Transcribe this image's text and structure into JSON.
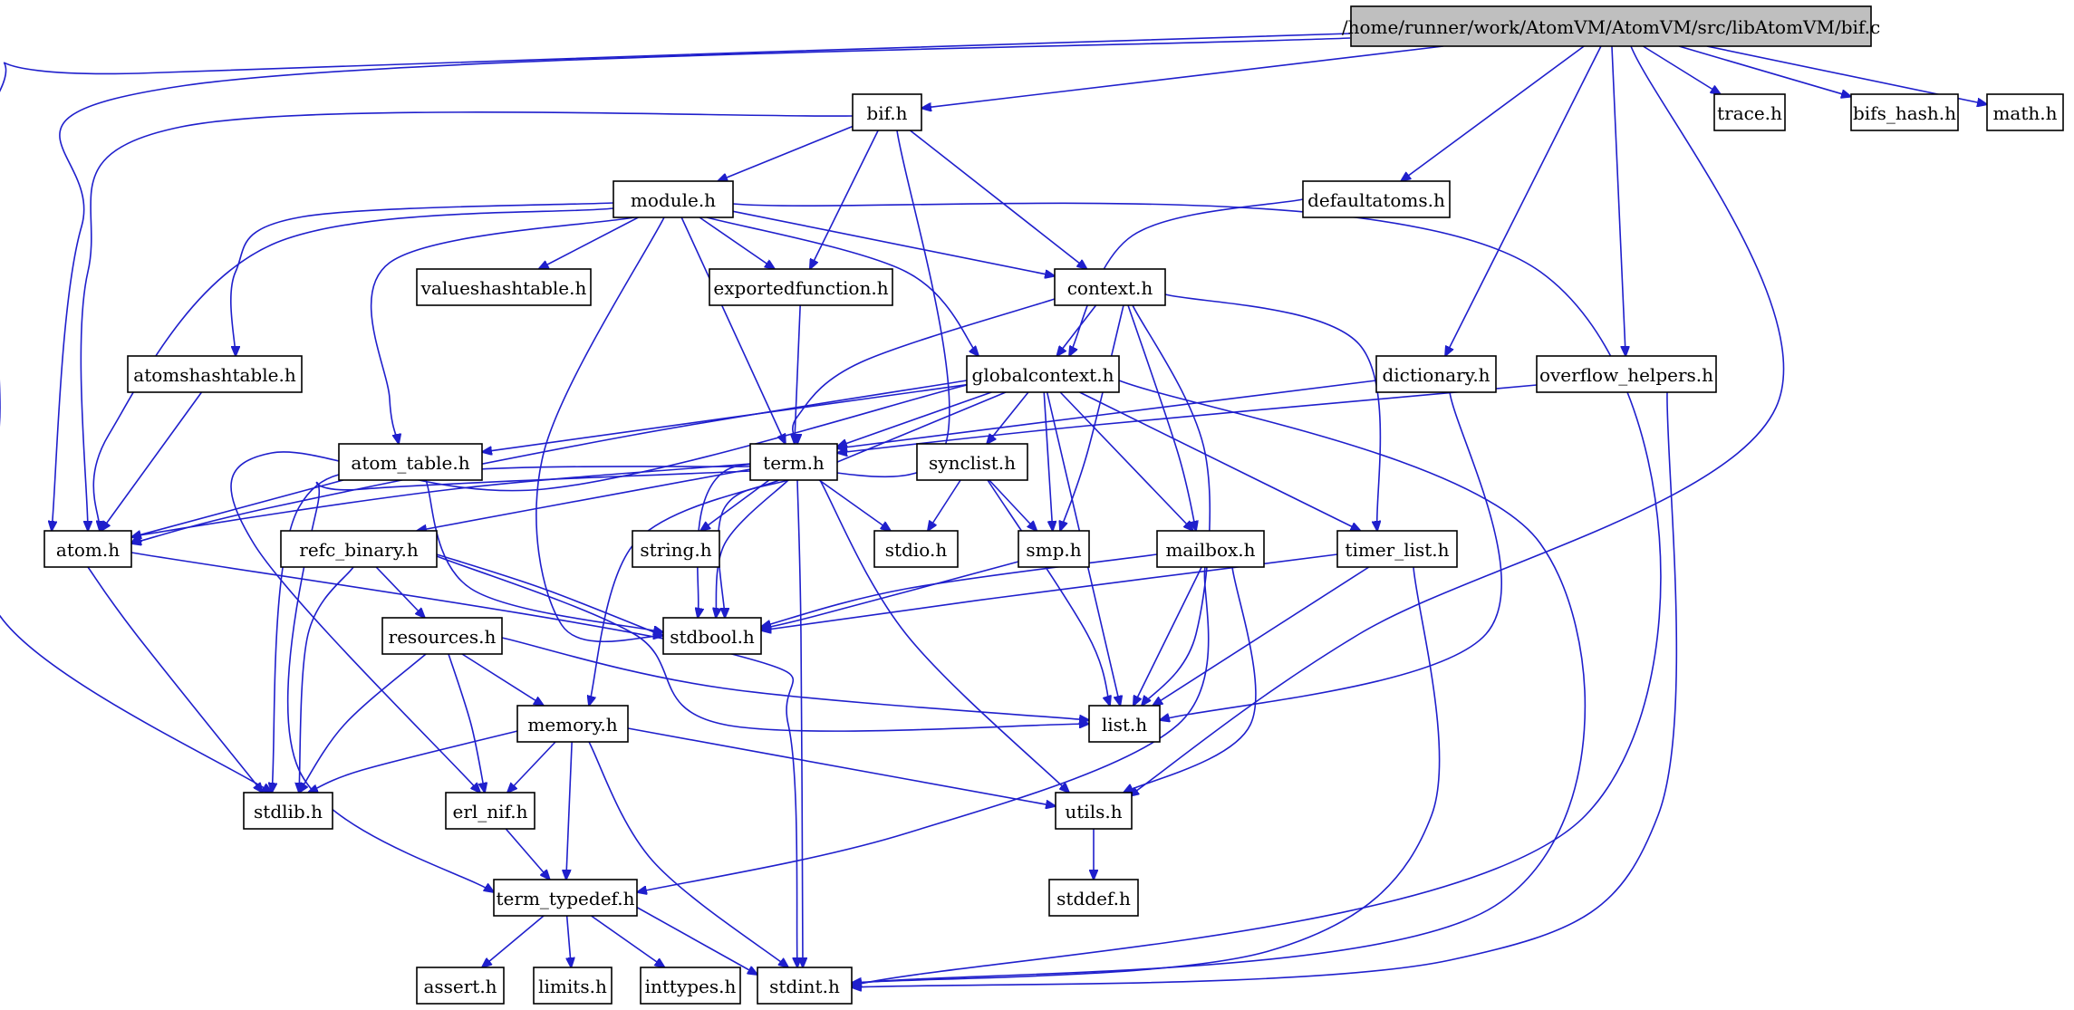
{
  "diagram": {
    "type": "include-dependency-graph",
    "edge_color": "#1f1fcc",
    "root_fill": "#bfbfbf",
    "node_fill": "#ffffff",
    "nodes": [
      {
        "id": "bifc",
        "label": "/home/runner/work/AtomVM/AtomVM/src/libAtomVM/bif.c",
        "root": true
      },
      {
        "id": "bifh",
        "label": "bif.h"
      },
      {
        "id": "traceh",
        "label": "trace.h"
      },
      {
        "id": "bifshash",
        "label": "bifs_hash.h"
      },
      {
        "id": "mathh",
        "label": "math.h"
      },
      {
        "id": "moduleh",
        "label": "module.h"
      },
      {
        "id": "defaultatoms",
        "label": "defaultatoms.h"
      },
      {
        "id": "valueshash",
        "label": "valueshashtable.h"
      },
      {
        "id": "exportedfn",
        "label": "exportedfunction.h"
      },
      {
        "id": "contexth",
        "label": "context.h"
      },
      {
        "id": "atomshash",
        "label": "atomshashtable.h"
      },
      {
        "id": "globalctx",
        "label": "globalcontext.h"
      },
      {
        "id": "dictionary",
        "label": "dictionary.h"
      },
      {
        "id": "overflow",
        "label": "overflow_helpers.h"
      },
      {
        "id": "atomtable",
        "label": "atom_table.h"
      },
      {
        "id": "termh",
        "label": "term.h"
      },
      {
        "id": "synclist",
        "label": "synclist.h"
      },
      {
        "id": "atomh",
        "label": "atom.h"
      },
      {
        "id": "refcbin",
        "label": "refc_binary.h"
      },
      {
        "id": "stringh",
        "label": "string.h"
      },
      {
        "id": "stdioh",
        "label": "stdio.h"
      },
      {
        "id": "smph",
        "label": "smp.h"
      },
      {
        "id": "mailbox",
        "label": "mailbox.h"
      },
      {
        "id": "timerlist",
        "label": "timer_list.h"
      },
      {
        "id": "stdbool",
        "label": "stdbool.h"
      },
      {
        "id": "resources",
        "label": "resources.h"
      },
      {
        "id": "listh",
        "label": "list.h"
      },
      {
        "id": "memoryh",
        "label": "memory.h"
      },
      {
        "id": "stdlib",
        "label": "stdlib.h"
      },
      {
        "id": "erlnif",
        "label": "erl_nif.h"
      },
      {
        "id": "utilsh",
        "label": "utils.h"
      },
      {
        "id": "stddef",
        "label": "stddef.h"
      },
      {
        "id": "termtypedef",
        "label": "term_typedef.h"
      },
      {
        "id": "asserth",
        "label": "assert.h"
      },
      {
        "id": "limitsh",
        "label": "limits.h"
      },
      {
        "id": "inttypes",
        "label": "inttypes.h"
      },
      {
        "id": "stdint",
        "label": "stdint.h"
      }
    ],
    "edges": [
      [
        "bifc",
        "bifh"
      ],
      [
        "bifc",
        "traceh"
      ],
      [
        "bifc",
        "bifshash"
      ],
      [
        "bifc",
        "mathh"
      ],
      [
        "bifc",
        "defaultatoms"
      ],
      [
        "bifc",
        "dictionary"
      ],
      [
        "bifc",
        "overflow"
      ],
      [
        "bifc",
        "atomh"
      ],
      [
        "bifc",
        "stdlib"
      ],
      [
        "bifc",
        "utilsh"
      ],
      [
        "bifh",
        "moduleh"
      ],
      [
        "bifh",
        "exportedfn"
      ],
      [
        "bifh",
        "contexth"
      ],
      [
        "bifh",
        "atomh"
      ],
      [
        "bifh",
        "stdbool"
      ],
      [
        "moduleh",
        "valueshash"
      ],
      [
        "moduleh",
        "exportedfn"
      ],
      [
        "moduleh",
        "contexth"
      ],
      [
        "moduleh",
        "atomshash"
      ],
      [
        "moduleh",
        "globalctx"
      ],
      [
        "moduleh",
        "atomtable"
      ],
      [
        "moduleh",
        "termh"
      ],
      [
        "moduleh",
        "atomh"
      ],
      [
        "moduleh",
        "stdbool"
      ],
      [
        "moduleh",
        "stdint"
      ],
      [
        "defaultatoms",
        "globalctx"
      ],
      [
        "exportedfn",
        "termh"
      ],
      [
        "contexth",
        "globalctx"
      ],
      [
        "contexth",
        "termh"
      ],
      [
        "contexth",
        "smph"
      ],
      [
        "contexth",
        "mailbox"
      ],
      [
        "contexth",
        "timerlist"
      ],
      [
        "contexth",
        "listh"
      ],
      [
        "atomshash",
        "atomh"
      ],
      [
        "globalctx",
        "atomtable"
      ],
      [
        "globalctx",
        "termh"
      ],
      [
        "globalctx",
        "synclist"
      ],
      [
        "globalctx",
        "atomh"
      ],
      [
        "globalctx",
        "smph"
      ],
      [
        "globalctx",
        "mailbox"
      ],
      [
        "globalctx",
        "timerlist"
      ],
      [
        "globalctx",
        "listh"
      ],
      [
        "globalctx",
        "erlnif"
      ],
      [
        "globalctx",
        "stdbool"
      ],
      [
        "globalctx",
        "stdint"
      ],
      [
        "dictionary",
        "termh"
      ],
      [
        "dictionary",
        "listh"
      ],
      [
        "overflow",
        "termh"
      ],
      [
        "overflow",
        "stdint"
      ],
      [
        "atomtable",
        "atomh"
      ],
      [
        "atomtable",
        "stdbool"
      ],
      [
        "termh",
        "atomh"
      ],
      [
        "termh",
        "refcbin"
      ],
      [
        "termh",
        "stringh"
      ],
      [
        "termh",
        "stdioh"
      ],
      [
        "termh",
        "stdbool"
      ],
      [
        "termh",
        "memoryh"
      ],
      [
        "termh",
        "utilsh"
      ],
      [
        "termh",
        "stdint"
      ],
      [
        "termh",
        "stdlib"
      ],
      [
        "termh",
        "termtypedef"
      ],
      [
        "synclist",
        "stdioh"
      ],
      [
        "synclist",
        "smph"
      ],
      [
        "synclist",
        "listh"
      ],
      [
        "atomh",
        "stdlib"
      ],
      [
        "atomh",
        "stdint"
      ],
      [
        "refcbin",
        "resources"
      ],
      [
        "refcbin",
        "stdbool"
      ],
      [
        "refcbin",
        "listh"
      ],
      [
        "refcbin",
        "stdlib"
      ],
      [
        "smph",
        "stdbool"
      ],
      [
        "mailbox",
        "stdbool"
      ],
      [
        "mailbox",
        "listh"
      ],
      [
        "mailbox",
        "utilsh"
      ],
      [
        "mailbox",
        "termtypedef"
      ],
      [
        "timerlist",
        "stdbool"
      ],
      [
        "timerlist",
        "listh"
      ],
      [
        "timerlist",
        "stdint"
      ],
      [
        "resources",
        "memoryh"
      ],
      [
        "resources",
        "erlnif"
      ],
      [
        "resources",
        "stdlib"
      ],
      [
        "resources",
        "listh"
      ],
      [
        "memoryh",
        "stdlib"
      ],
      [
        "memoryh",
        "erlnif"
      ],
      [
        "memoryh",
        "termtypedef"
      ],
      [
        "memoryh",
        "utilsh"
      ],
      [
        "memoryh",
        "stdint"
      ],
      [
        "erlnif",
        "termtypedef"
      ],
      [
        "utilsh",
        "stddef"
      ],
      [
        "termtypedef",
        "asserth"
      ],
      [
        "termtypedef",
        "limitsh"
      ],
      [
        "termtypedef",
        "inttypes"
      ],
      [
        "termtypedef",
        "stdint"
      ]
    ]
  }
}
